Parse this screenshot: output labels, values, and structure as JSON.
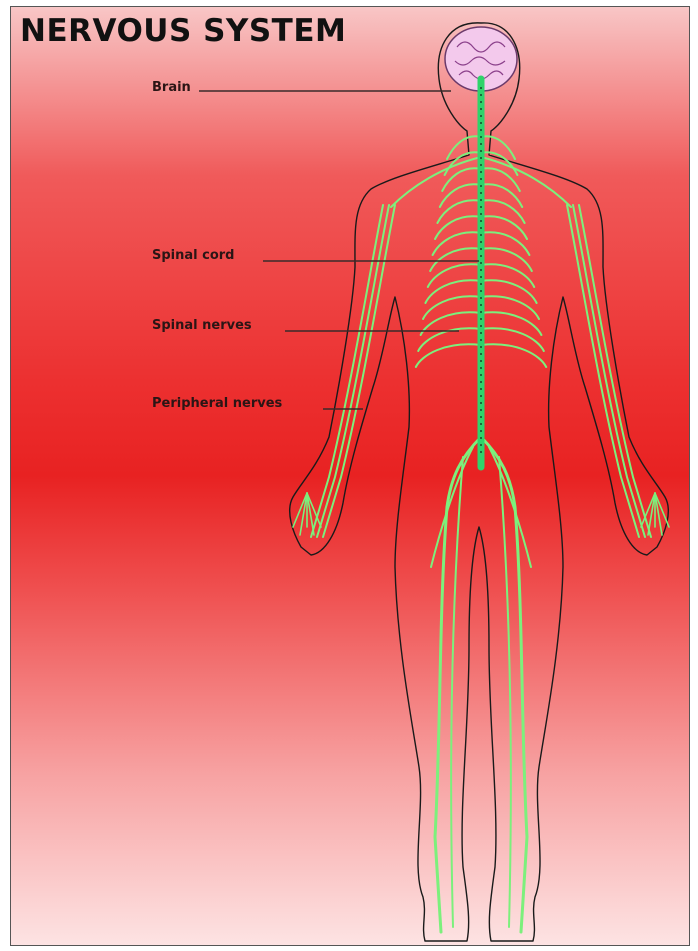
{
  "title": "NERVOUS SYSTEM",
  "labels": {
    "brain": "Brain",
    "spinal_cord": "Spinal cord",
    "spinal_nerves": "Spinal nerves",
    "peripheral_nerves": "Peripheral nerves"
  },
  "colors": {
    "background_center": "#e82222",
    "background_edge": "#fde3e3",
    "nerves": "#7cf07c",
    "spinal_cord": "#2fd36b",
    "brain": "#f3c9ec",
    "outline": "#1a1a1a"
  }
}
